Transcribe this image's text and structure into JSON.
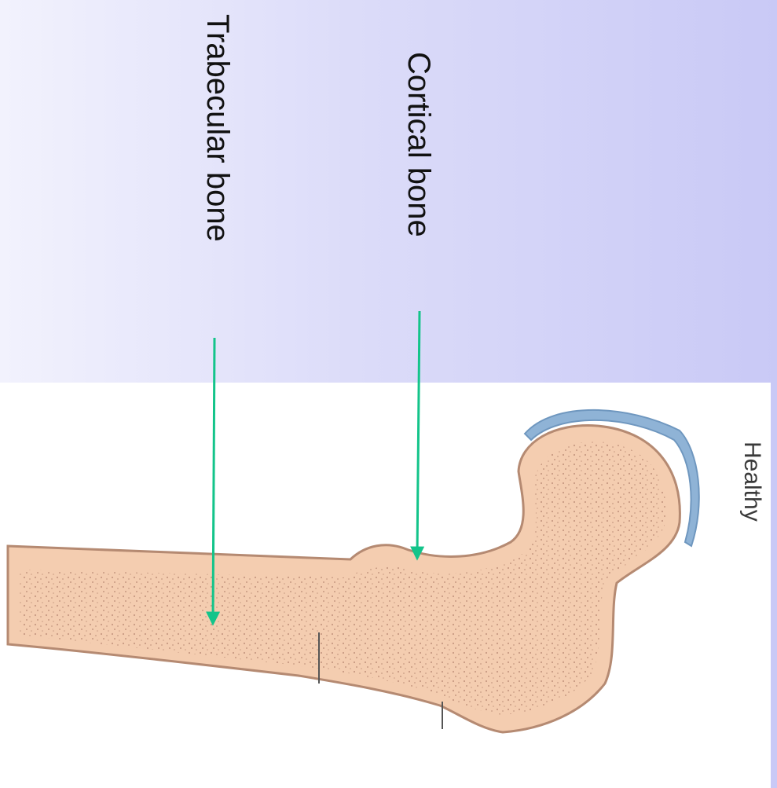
{
  "labels": {
    "trabecular": "Trabecular bone",
    "cortical": "Cortical bone",
    "healthy": "Healthy"
  },
  "colors": {
    "background_left": "#f2f2fd",
    "background_right": "#c9c9f6",
    "bone_fill": "#f4cdb0",
    "bone_outline": "#b58a72",
    "cartilage": "#8fb3d6",
    "arrow": "#13c48a"
  }
}
